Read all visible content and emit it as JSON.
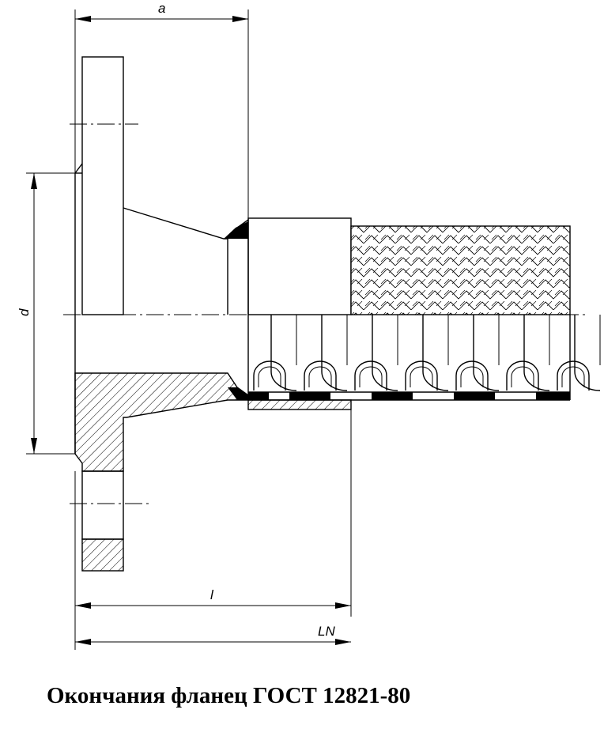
{
  "caption": "Окончания фланец ГОСТ 12821-80",
  "dimensions": {
    "a": "a",
    "d": "d",
    "l": "l",
    "LN": "LN"
  }
}
